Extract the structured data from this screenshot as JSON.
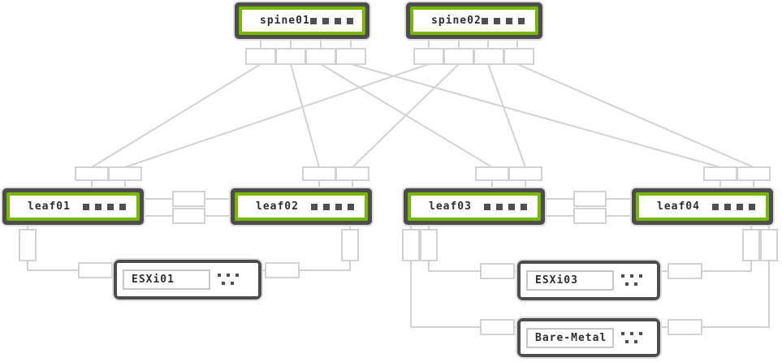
{
  "diagram": {
    "spines": [
      {
        "label": "spine01"
      },
      {
        "label": "spine02"
      }
    ],
    "leaves": [
      {
        "label": "leaf01"
      },
      {
        "label": "leaf02"
      },
      {
        "label": "leaf03"
      },
      {
        "label": "leaf04"
      }
    ],
    "hosts": [
      {
        "label": "ESXi01"
      },
      {
        "label": "ESXi03"
      },
      {
        "label": "Bare-Metal"
      }
    ],
    "colors": {
      "bezel_green": "#76b900",
      "frame_gray": "#4d4d4d",
      "wire_gray": "#d2d2d2"
    }
  }
}
